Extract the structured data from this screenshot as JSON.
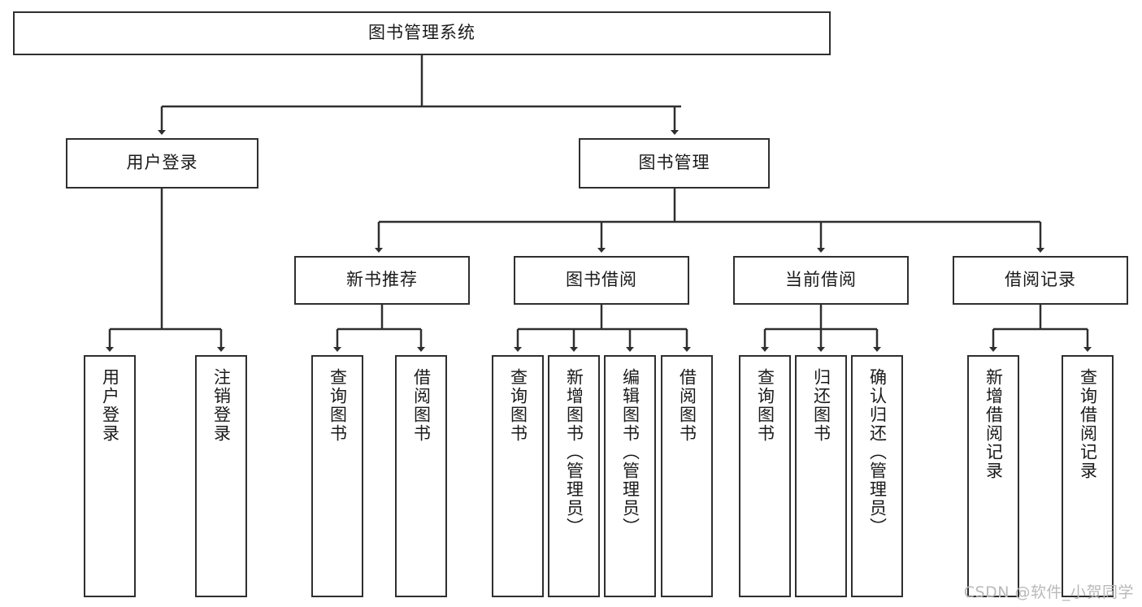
{
  "diagram": {
    "type": "tree",
    "title": "图书管理系统",
    "orientation": "top-down",
    "colors": {
      "box_border": "#2f2f2f",
      "box_fill": "#ffffff",
      "edge": "#2f2f2f",
      "text": "#1a1a1a",
      "background": "#ffffff",
      "watermark": "#b9b9b9"
    }
  },
  "root": {
    "label": "图书管理系统"
  },
  "level2": [
    {
      "label": "用户登录"
    },
    {
      "label": "图书管理"
    }
  ],
  "level3": [
    {
      "label": "新书推荐"
    },
    {
      "label": "图书借阅"
    },
    {
      "label": "当前借阅"
    },
    {
      "label": "借阅记录"
    }
  ],
  "leaves": {
    "user_login": [
      {
        "label": "用户登录"
      },
      {
        "label": "注销登录"
      }
    ],
    "new_book": [
      {
        "label": "查询图书"
      },
      {
        "label": "借阅图书"
      }
    ],
    "book_borrow": [
      {
        "label": "查询图书"
      },
      {
        "label": "新增图书（管理员）"
      },
      {
        "label": "编辑图书（管理员）"
      },
      {
        "label": "借阅图书"
      }
    ],
    "current_borrow": [
      {
        "label": "查询图书"
      },
      {
        "label": "归还图书"
      },
      {
        "label": "确认归还（管理员）"
      }
    ],
    "borrow_record": [
      {
        "label": "新增借阅记录"
      },
      {
        "label": "查询借阅记录"
      }
    ]
  },
  "watermark": {
    "text": "CSDN @软件_小贺同学"
  }
}
